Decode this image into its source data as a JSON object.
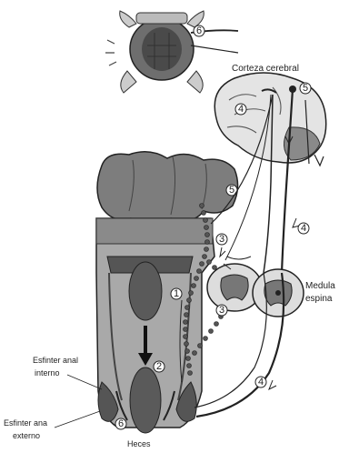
{
  "labels": {
    "cortex": "Corteza cerebral",
    "spinal_cord_line1": "Medula",
    "spinal_cord_line2": "espina",
    "internal_sphincter_line1": "Esfinter anal",
    "internal_sphincter_line2": "interno",
    "external_sphincter_line1": "Esfinter ana",
    "external_sphincter_line2": "externo",
    "feces": "Heces"
  },
  "step_markers": {
    "spine_to_cortex": "6",
    "cortex": "5",
    "brain_inner": "4",
    "colon": "5",
    "pathway_right_upper": "4",
    "pelvic_left": "3",
    "pelvic_lower": "3",
    "rectum": "1",
    "feces_arrow": "2",
    "pathway_right_lower": "4",
    "external_sphincter": "6"
  },
  "colors": {
    "tissue_dark": "#555555",
    "tissue_mid": "#8a8a8a",
    "tissue_light": "#bdbdbd",
    "line": "#222222"
  }
}
